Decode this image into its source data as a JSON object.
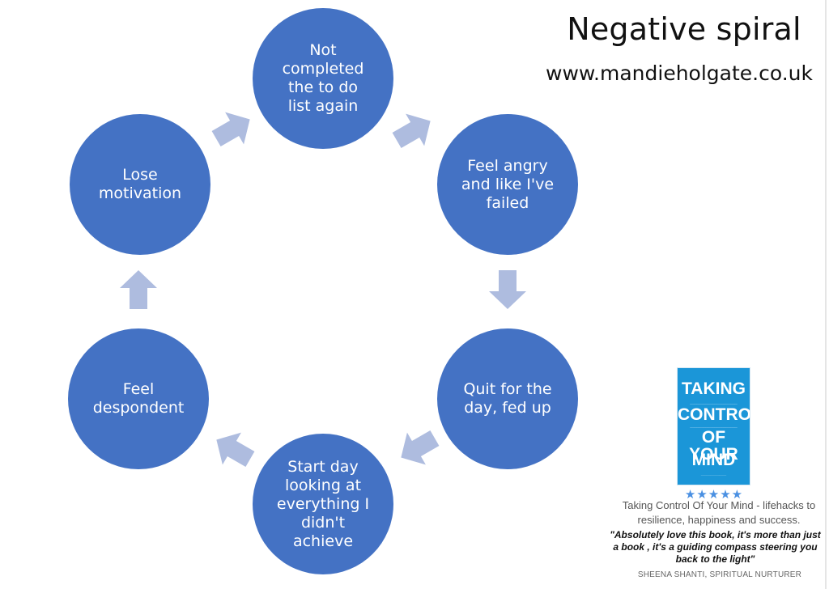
{
  "header": {
    "title": "Negative spiral",
    "url": "www.mandieholgate.co.uk"
  },
  "cycle": {
    "nodes": [
      "Not completed the to do list again",
      "Feel angry and like I've failed",
      "Quit for the day, fed up",
      "Start day looking at everything I didn't achieve",
      "Feel despondent",
      "Lose motivation"
    ]
  },
  "book": {
    "cover_lines": [
      "TAKING",
      "CONTROL",
      "OF YOUR",
      "MIND"
    ],
    "stars": "★★★★★",
    "caption": "Taking Control Of Your Mind - lifehacks to resilience, happiness and success.",
    "quote": "\"Absolutely love this book, it's more than just a book , it's a guiding compass steering you back to the light\"",
    "signature": "SHEENA SHANTI, SPIRITUAL NURTURER"
  },
  "colors": {
    "circle": "#4472c4",
    "arrow": "#aebcdf",
    "book": "#1b96d8"
  },
  "icons": {
    "arrow": "block-arrow-icon",
    "stars": "star-rating-icon"
  }
}
